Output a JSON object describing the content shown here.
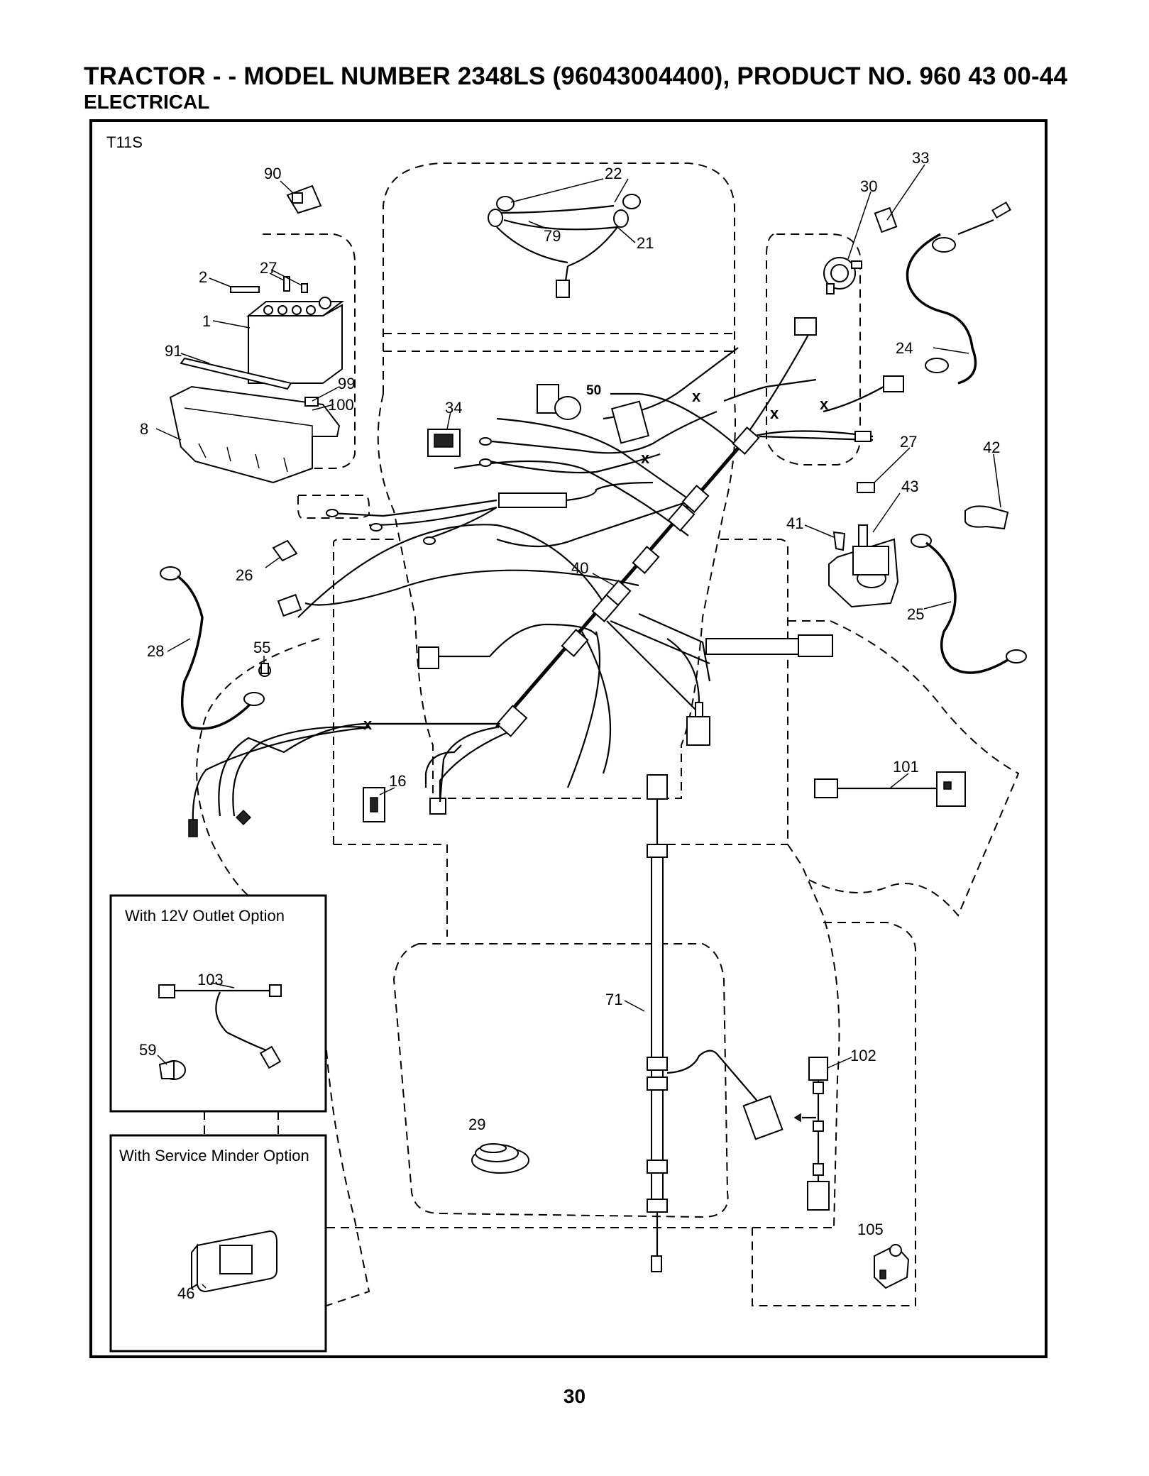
{
  "header": {
    "title": "TRACTOR - - MODEL NUMBER 2348LS (96043004400), PRODUCT NO. 960 43 00-44",
    "section": "ELECTRICAL"
  },
  "diagram_code": "T11S",
  "page_number": "30",
  "insets": {
    "outlet": {
      "title": "With 12V Outlet Option"
    },
    "service": {
      "title": "With Service Minder Option"
    }
  },
  "part_labels": {
    "p1": "1",
    "p2": "2",
    "p8": "8",
    "p16": "16",
    "p21": "21",
    "p22": "22",
    "p24": "24",
    "p25": "25",
    "p26": "26",
    "p27a": "27",
    "p27b": "27",
    "p28": "28",
    "p29": "29",
    "p30": "30",
    "p33": "33",
    "p34": "34",
    "p40": "40",
    "p41": "41",
    "p42": "42",
    "p43": "43",
    "p46": "46",
    "p50": "50",
    "p55": "55",
    "p59": "59",
    "p71": "71",
    "p79": "79",
    "p90": "90",
    "p91": "91",
    "p99": "99",
    "p100": "100",
    "p101": "101",
    "p102": "102",
    "p103": "103",
    "p105": "105"
  }
}
